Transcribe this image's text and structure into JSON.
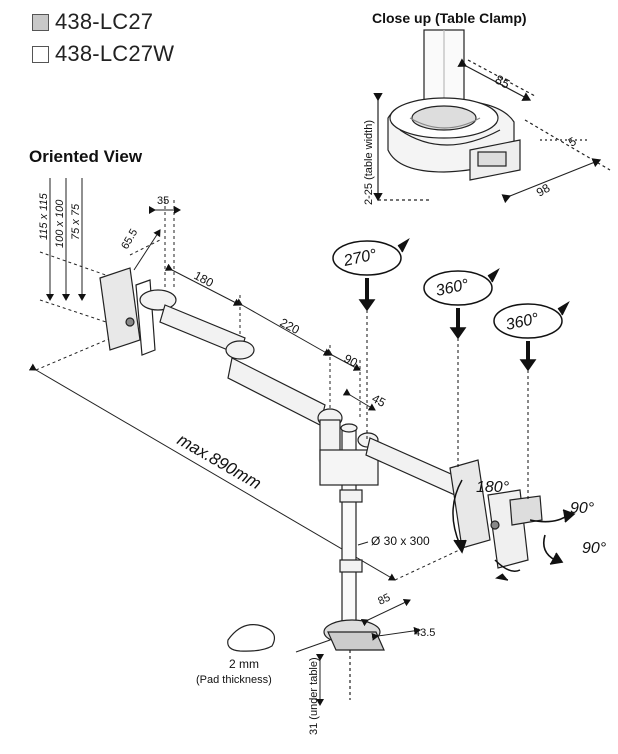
{
  "legend": {
    "items": [
      {
        "label": "438-LC27",
        "swatch": "#c8c8c8"
      },
      {
        "label": "438-LC27W",
        "swatch": "#ffffff"
      }
    ]
  },
  "headings": {
    "closeup": "Close up (Table Clamp)",
    "oriented": "Oriented View"
  },
  "dims": {
    "vesa_115": "115 x 115",
    "vesa_100": "100 x 100",
    "vesa_75": "75 x 75",
    "d35": "35",
    "d65_5": "65.5",
    "d180": "180",
    "d220": "220",
    "d90": "90",
    "d45": "45",
    "max": "max.890mm",
    "pole": "Ø 30 x 300",
    "d85_base": "85",
    "d43_5": "43.5",
    "pad_mm": "2 mm",
    "pad_desc": "(Pad thickness)",
    "under_table": "31 (under table)",
    "clamp_85": "85",
    "clamp_98": "98",
    "clamp_5": "5",
    "clamp_range": "2-25 (table width)"
  },
  "rotations": {
    "r270": "270°",
    "r360a": "360°",
    "r360b": "360°",
    "r180": "180°",
    "r90a": "90°",
    "r90b": "90°"
  }
}
